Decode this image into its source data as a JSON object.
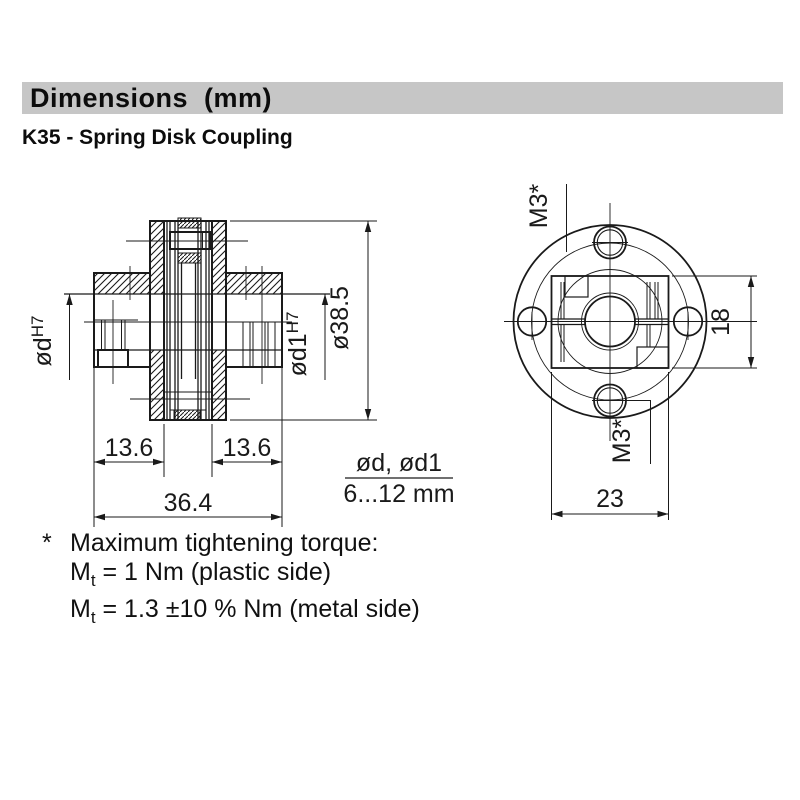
{
  "header": {
    "title": "Dimensions  (mm)"
  },
  "subtitle": "K35 - Spring Disk Coupling",
  "side_view": {
    "bore_left": "ød",
    "bore_left_sup": "H7",
    "bore_right": "ød1",
    "bore_right_sup": "H7",
    "outer_diameter": "ø38.5",
    "hub_length_left": "13.6",
    "hub_length_right": "13.6",
    "total_length": "36.4"
  },
  "shaft_range": {
    "numerator": "ød, ød1",
    "denominator": "6...12 mm"
  },
  "front_view": {
    "screw_top": "M3*",
    "screw_bottom": "M3*",
    "hub_height": "18",
    "hub_width": "23"
  },
  "footnote": {
    "marker": "*",
    "line1": "Maximum tightening torque:",
    "m2_base": "M",
    "m2_sub": "t",
    "m2_rest": " = 1 Nm (plastic side)",
    "m3_base": "M",
    "m3_sub": "t",
    "m3_rest": " = 1.3 ±10 % Nm (metal side)"
  },
  "colors": {
    "line": "#1a1a1a",
    "header_bg": "#c6c6c6"
  }
}
